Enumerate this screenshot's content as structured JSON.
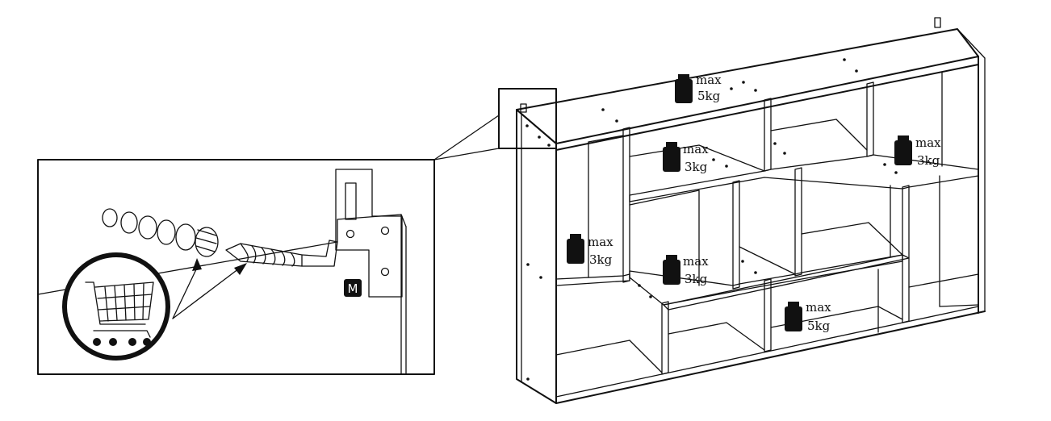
{
  "hardware_mark": "M",
  "weight_limits": [
    {
      "id": "top",
      "line1": "max",
      "line2": "5kg"
    },
    {
      "id": "upper-middle",
      "line1": "max",
      "line2": "3kg"
    },
    {
      "id": "upper-right",
      "line1": "max",
      "line2": "3kg"
    },
    {
      "id": "left-shelf",
      "line1": "max",
      "line2": "3kg"
    },
    {
      "id": "center-shelf",
      "line1": "max",
      "line2": "3kg"
    },
    {
      "id": "bottom-shelf",
      "line1": "max",
      "line2": "5kg"
    }
  ],
  "icons": {
    "cart": "shopping-cart-icon",
    "weight": "weight-icon",
    "screw": "wall-plug-screw-icon"
  }
}
